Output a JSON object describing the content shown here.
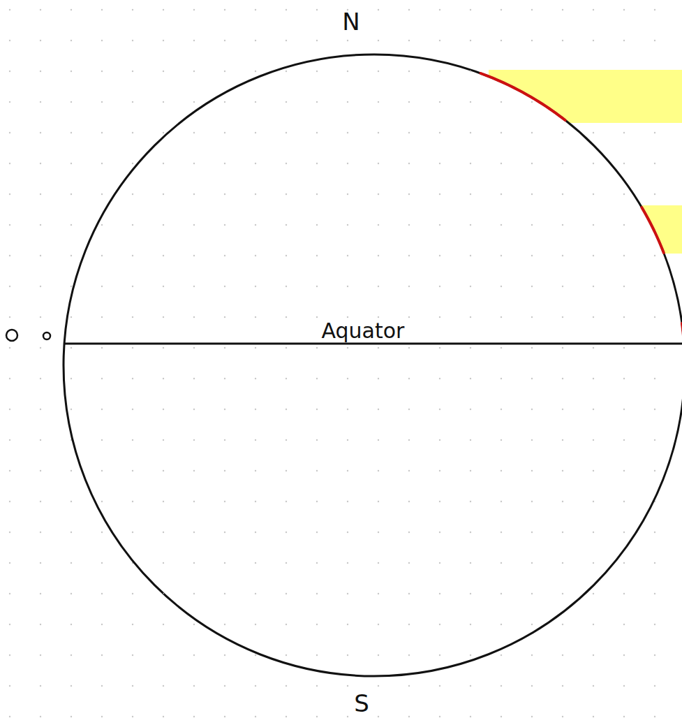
{
  "diagram": {
    "labels": [
      "N",
      "Aquator",
      "S"
    ]
  }
}
